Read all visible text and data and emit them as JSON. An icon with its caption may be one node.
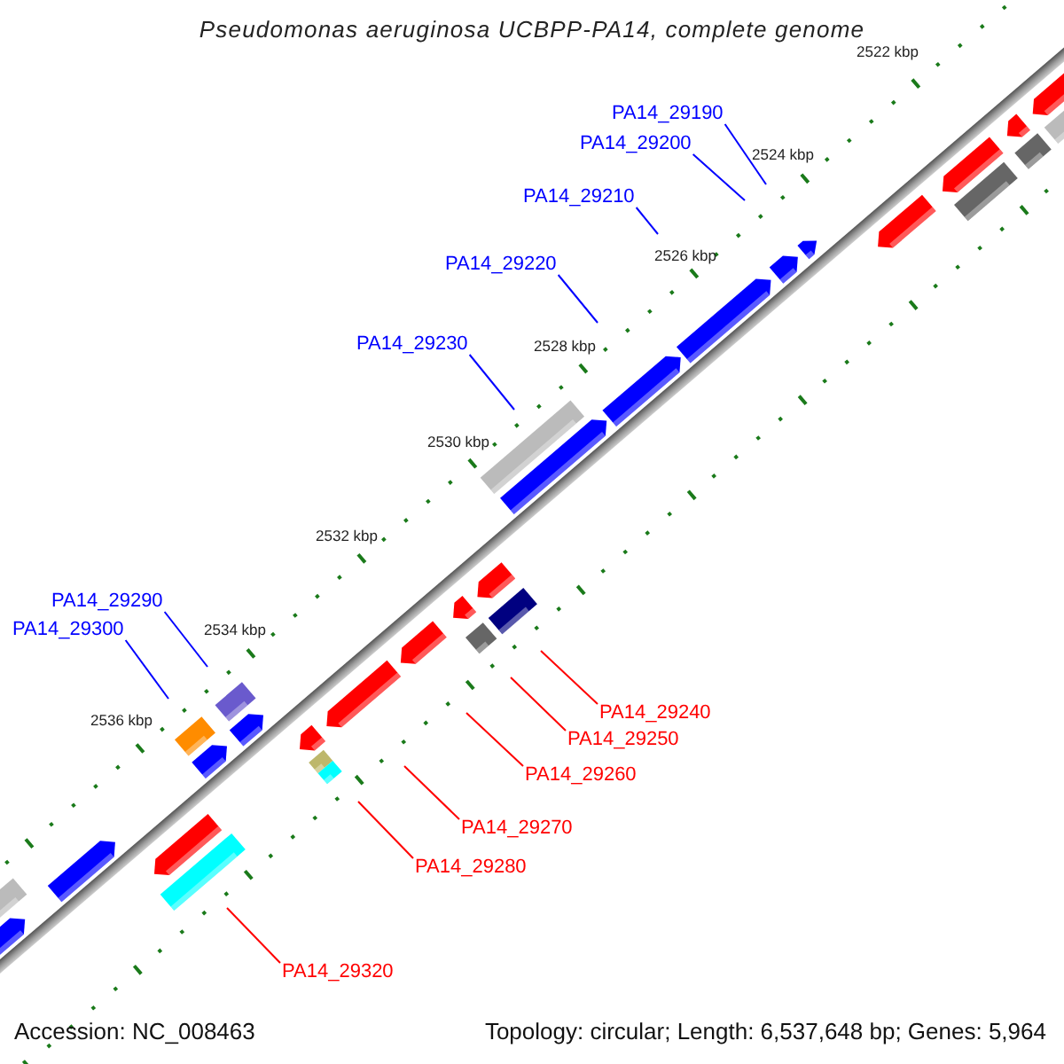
{
  "diagram": {
    "title": "Pseudomonas aeruginosa UCBPP-PA14, complete genome",
    "nodes": [
      {
        "text": [
          "PA14_29190"
        ]
      },
      {
        "text": [
          "PA14_29200"
        ]
      },
      {
        "text": [
          "PA14_29210"
        ]
      },
      {
        "text": [
          "PA14_29220"
        ]
      },
      {
        "text": [
          "PA14_29230"
        ]
      },
      {
        "text": [
          "PA14_29290"
        ]
      },
      {
        "text": [
          "PA14_29300"
        ]
      },
      {
        "text": [
          "PA14_29240"
        ]
      },
      {
        "text": [
          "PA14_29250"
        ]
      },
      {
        "text": [
          "PA14_29260"
        ]
      },
      {
        "text": [
          "PA14_29270"
        ]
      },
      {
        "text": [
          "PA14_29280"
        ]
      },
      {
        "text": [
          "PA14_29320"
        ]
      }
    ],
    "edges": [
      {
        "from": 0,
        "to": null,
        "arrow": "none"
      },
      {
        "from": 1,
        "to": null,
        "arrow": "none"
      },
      {
        "from": 2,
        "to": null,
        "arrow": "none"
      },
      {
        "from": 3,
        "to": null,
        "arrow": "none"
      },
      {
        "from": 4,
        "to": null,
        "arrow": "none"
      },
      {
        "from": 5,
        "to": null,
        "arrow": "none"
      },
      {
        "from": 6,
        "to": null,
        "arrow": "none"
      },
      {
        "from": 7,
        "to": null,
        "arrow": "none",
        "color": "#ff0000"
      },
      {
        "from": 8,
        "to": null,
        "arrow": "none",
        "color": "#ff0000"
      },
      {
        "from": 9,
        "to": null,
        "arrow": "none",
        "color": "#ff0000"
      },
      {
        "from": 10,
        "to": null,
        "arrow": "none",
        "color": "#ff0000"
      },
      {
        "from": 11,
        "to": null,
        "arrow": "none",
        "color": "#ff0000"
      },
      {
        "from": 12,
        "to": null,
        "arrow": "none",
        "color": "#ff0000"
      }
    ],
    "labels": [
      "2522 kbp",
      "2524 kbp",
      "2526 kbp",
      "2528 kbp",
      "2530 kbp",
      "2532 kbp",
      "2534 kbp",
      "2536 kbp",
      "Accession: NC_008463",
      "Topology: circular; Length: 6,537,648 bp; Genes: 5,964"
    ]
  }
}
